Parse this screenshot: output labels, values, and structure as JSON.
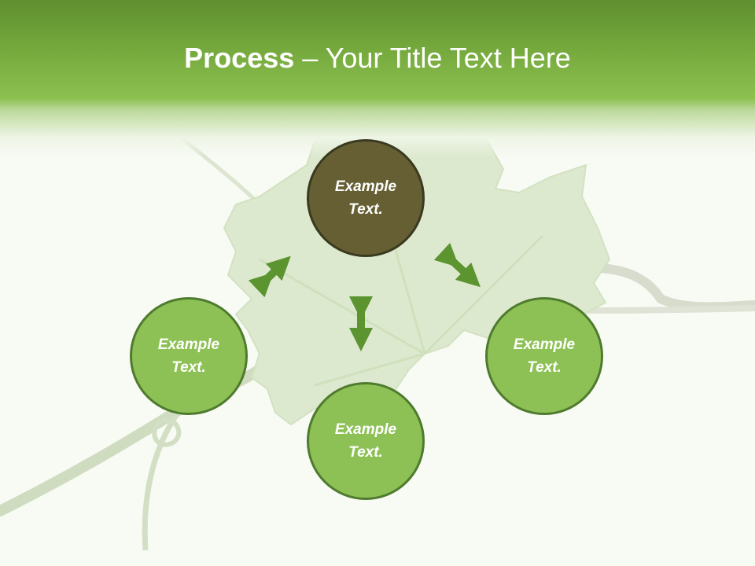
{
  "slide": {
    "title_bold": "Process",
    "title_rest": " – Your Title Text Here"
  },
  "nodes": {
    "top": "Example Text.",
    "left": "Example Text.",
    "bottom": "Example Text.",
    "right": "Example Text."
  },
  "colors": {
    "header_green": "#7bb143",
    "node_fill": "#8dc155",
    "node_center_fill": "#665f33",
    "arrow": "#5c9430"
  }
}
